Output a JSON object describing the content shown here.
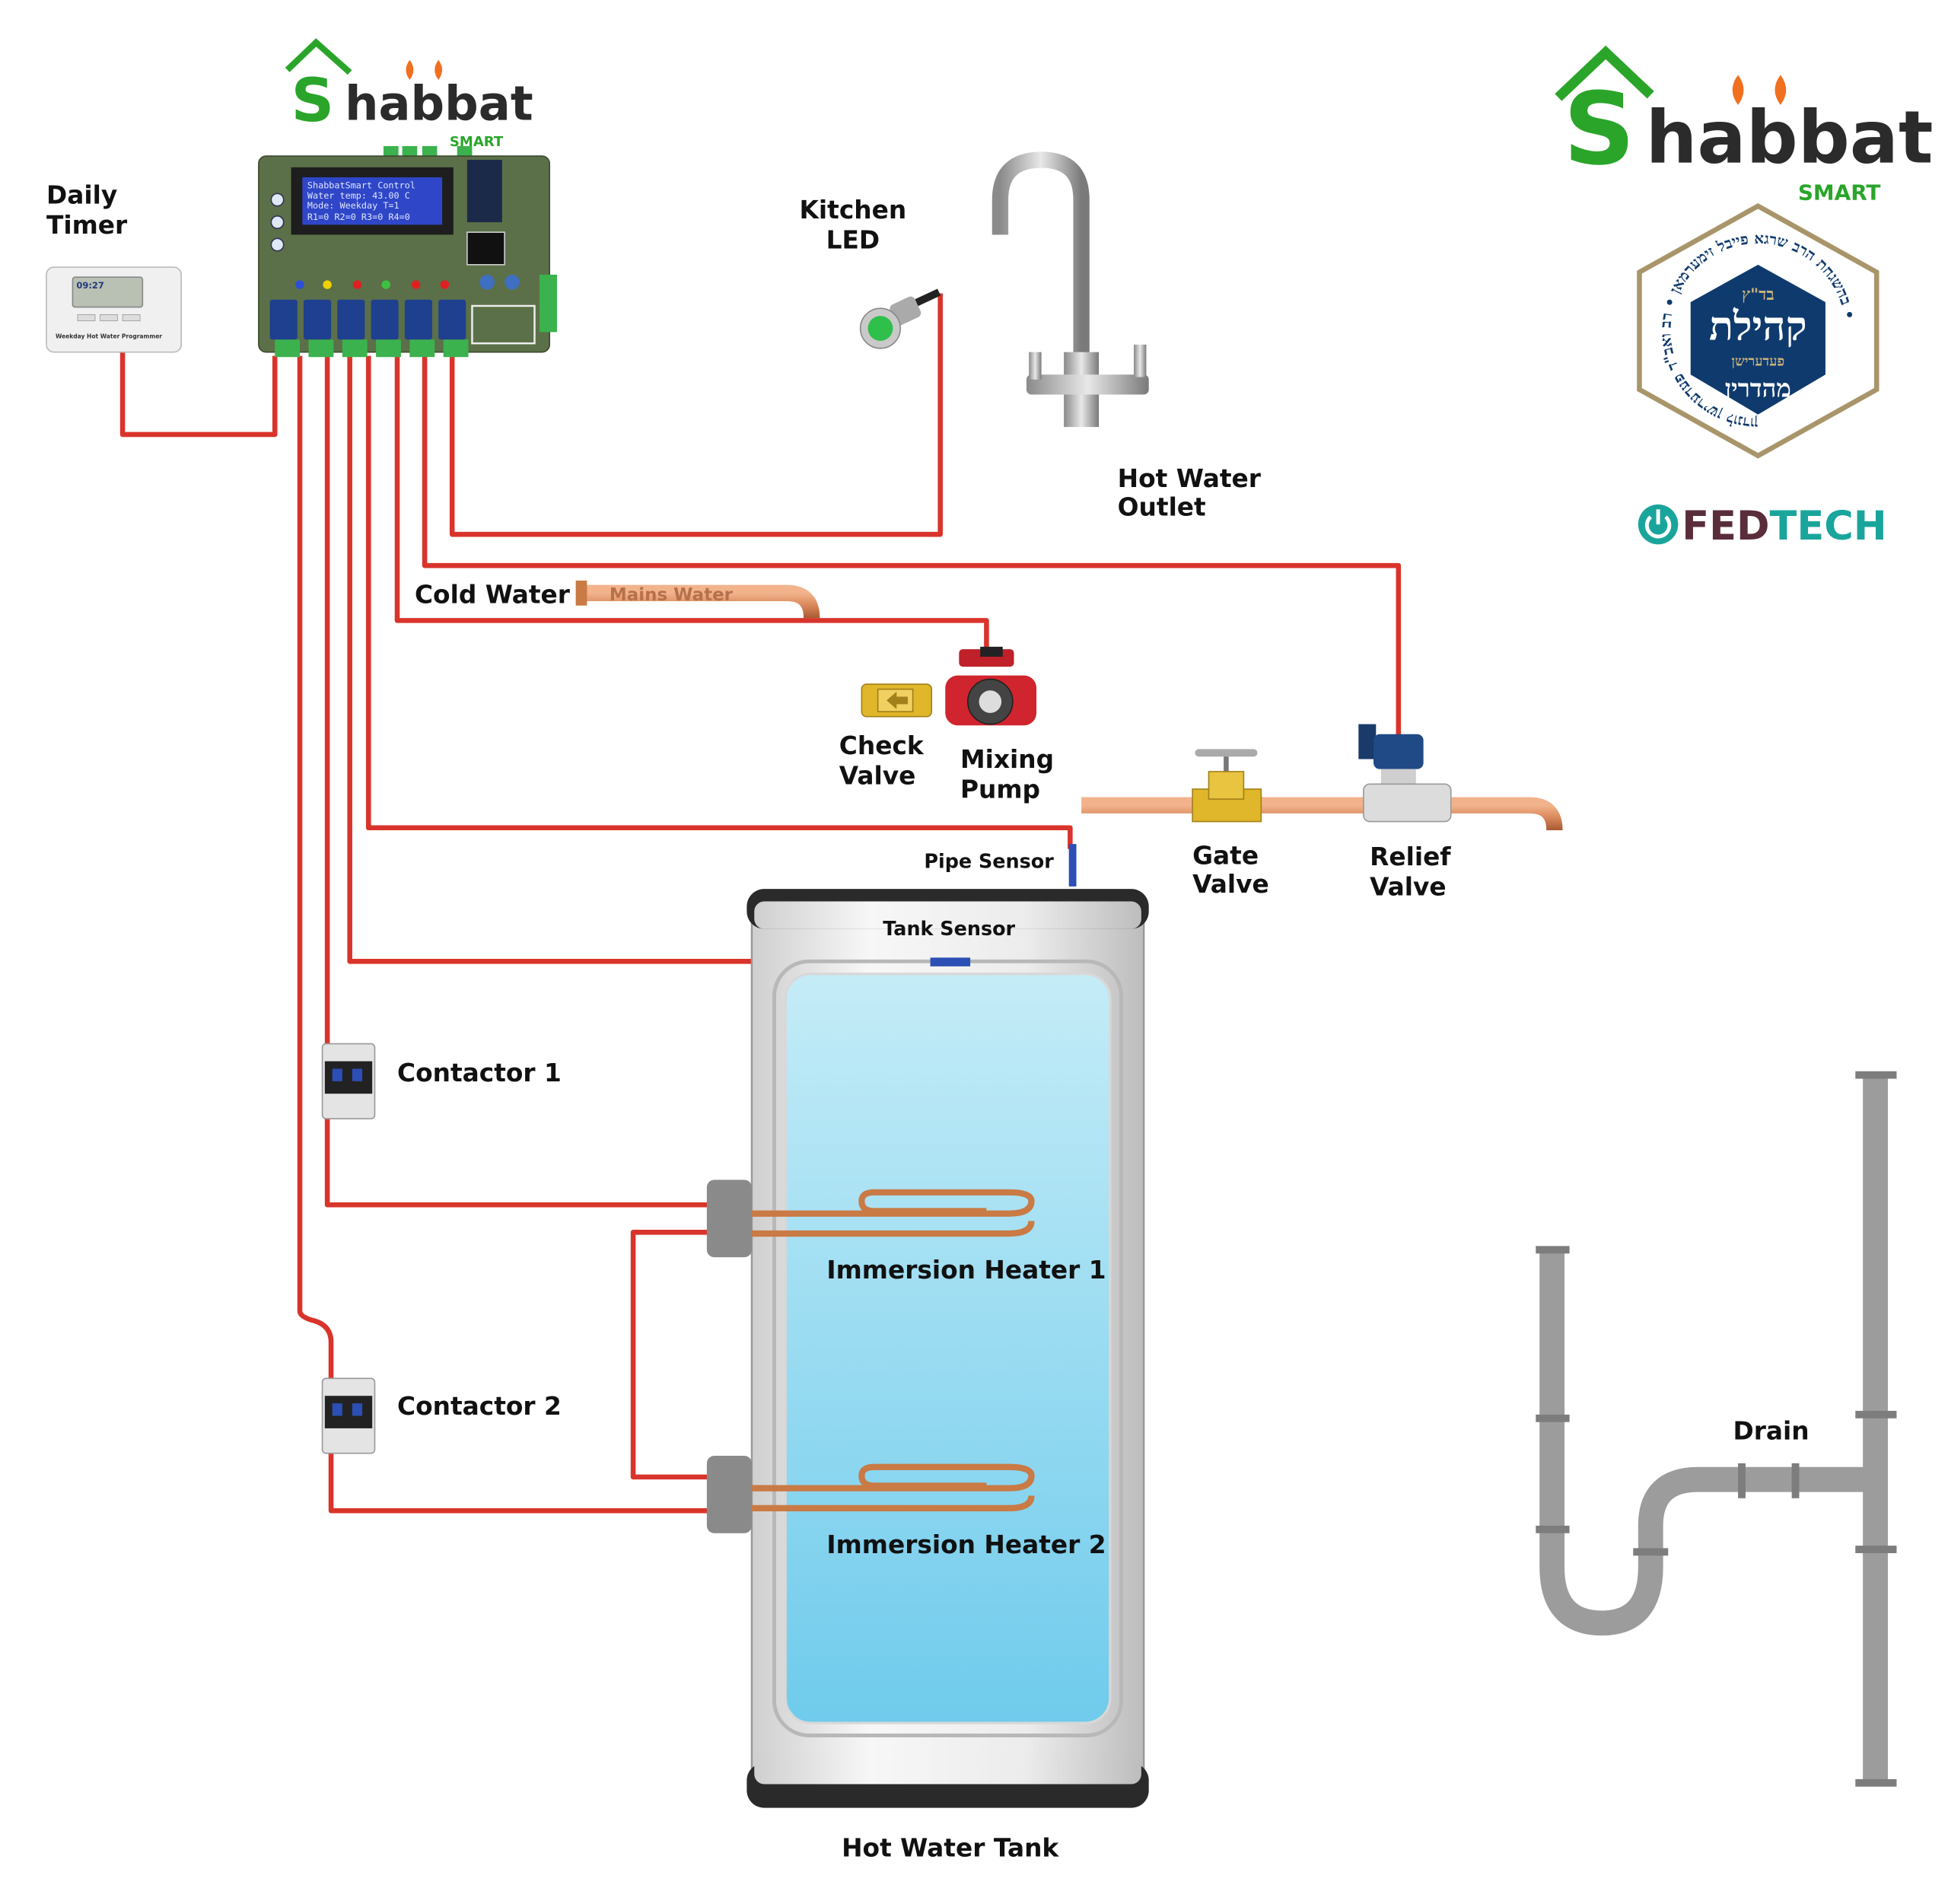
{
  "colors": {
    "wire": "#d9342b",
    "copper": "#d9875a",
    "water": "#8fd6ef",
    "drain": "#9c9c9c",
    "brand_green": "#2aa52a",
    "seal_blue": "#0f3a6e",
    "seal_gold": "#a8956a",
    "fedtech_teal": "#1aa59c",
    "fedtech_maroon": "#5a2d3a"
  },
  "logos": {
    "shabbat_word": "habbat",
    "shabbat_initial": "S",
    "shabbat_sub": "SMART",
    "fedtech_fed": "FED",
    "fedtech_tech": "TECH",
    "seal_top": "בד\"ץ",
    "seal_main": "קהילת",
    "seal_mid": "פעדערישן",
    "seal_bottom": "מהדרין",
    "seal_ring": "בהשגחת הרב שרגא פייבל זימערמאן • רב ואב\"ד פעדערישן לונדון •"
  },
  "controller": {
    "lcd_lines": [
      "ShabbatSmart Control",
      "Water temp: 43.00 C",
      "Mode: Weekday T=1",
      "R1=0 R2=0 R3=0 R4=0"
    ]
  },
  "timer": {
    "caption": "Weekday Hot Water Programmer",
    "display_time": "09:27"
  },
  "pipe_text": {
    "mains": "Mains Water"
  },
  "labels": {
    "daily_timer": [
      "Daily",
      "Timer"
    ],
    "kitchen_led": [
      "Kitchen",
      "LED"
    ],
    "hot_water_outlet": [
      "Hot Water",
      "Outlet"
    ],
    "cold_water": "Cold Water",
    "check_valve": [
      "Check",
      "Valve"
    ],
    "mixing_pump": [
      "Mixing",
      "Pump"
    ],
    "pipe_sensor": "Pipe Sensor",
    "gate_valve": [
      "Gate",
      "Valve"
    ],
    "relief_valve": [
      "Relief",
      "Valve"
    ],
    "tank_sensor": "Tank Sensor",
    "contactor_1": "Contactor 1",
    "contactor_2": "Contactor 2",
    "immersion_heater_1": "Immersion Heater 1",
    "immersion_heater_2": "Immersion Heater 2",
    "drain": "Drain",
    "hot_water_tank": "Hot Water Tank"
  }
}
